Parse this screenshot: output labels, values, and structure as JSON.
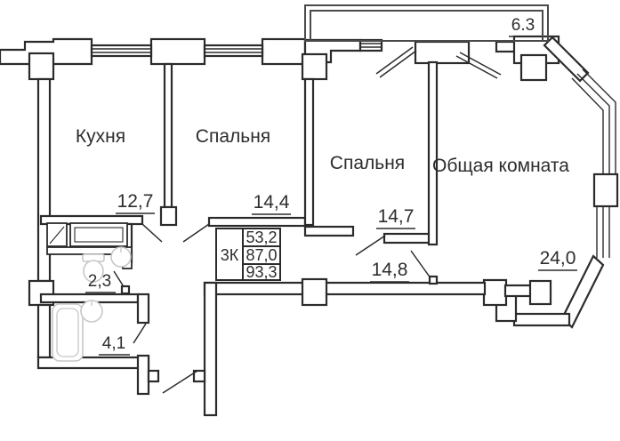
{
  "apartment": {
    "stamp": {
      "type": "3К",
      "living_area": "53,2",
      "total_area": "87,0",
      "total_with_balcony": "93,3"
    },
    "rooms": {
      "kitchen": {
        "label": "Кухня",
        "area": "12,7"
      },
      "bedroom1": {
        "label": "Спальня",
        "area": "14,4"
      },
      "bedroom2": {
        "label": "Спальня",
        "area": "14,7"
      },
      "living_room": {
        "label": "Общая комната",
        "area": "24,0"
      },
      "balcony": {
        "area": "6.3"
      },
      "wc": {
        "area": "2,3"
      },
      "bathroom": {
        "area": "4,1"
      },
      "hallway": {
        "area": "14,8"
      }
    },
    "colors": {
      "wall": "#2b2b2b",
      "fixture": "#c7c7c7",
      "background": "#ffffff"
    }
  }
}
